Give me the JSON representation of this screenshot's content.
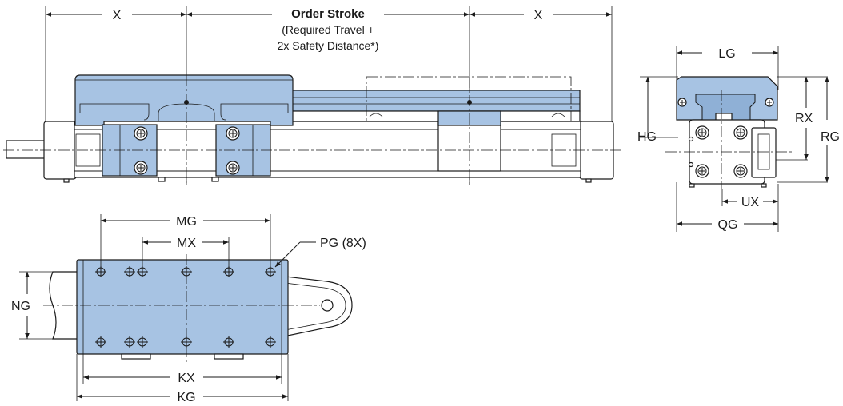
{
  "labels": {
    "x_left": "X",
    "x_right": "X",
    "order_stroke": "Order Stroke",
    "required_travel": "(Required Travel +",
    "safety_distance": "2x Safety Distance*)",
    "lg": "LG",
    "hg": "HG",
    "rx": "RX",
    "rg": "RG",
    "ux": "UX",
    "qg": "QG",
    "mg": "MG",
    "mx": "MX",
    "pg": "PG (8X)",
    "ng": "NG",
    "kx": "KX",
    "kg": "KG"
  },
  "colors": {
    "carriage_blue": "#a7c3e3",
    "line": "#1a1a1a"
  }
}
